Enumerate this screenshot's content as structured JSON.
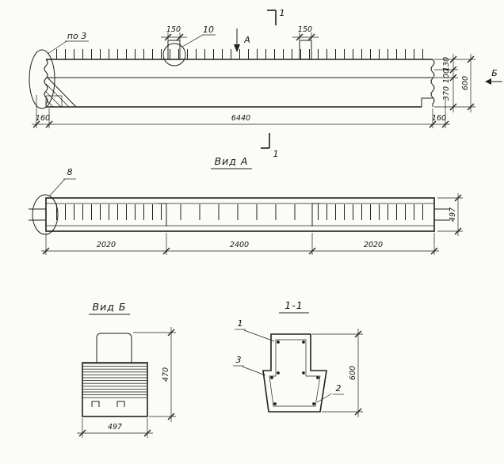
{
  "elevation": {
    "callout_po3": "по 3",
    "callout_10": "10",
    "dim_150_left": "150",
    "dim_150_right": "150",
    "view_arrow_a": "А",
    "view_arrow_b": "Б",
    "section_mark_top": "1",
    "section_mark_bottom": "1",
    "dim_130": "130",
    "dim_100": "100",
    "dim_370": "370",
    "dim_600": "600",
    "dim_160_left": "160",
    "dim_6440": "6440",
    "dim_160_right": "160"
  },
  "view_a": {
    "title": "Вид А",
    "callout_8": "8",
    "dim_2020_left": "2020",
    "dim_2400": "2400",
    "dim_2020_right": "2020",
    "dim_497": "497"
  },
  "view_b": {
    "title": "Вид Б",
    "dim_470": "470",
    "dim_497": "497"
  },
  "section": {
    "title": "1-1",
    "callout_1": "1",
    "callout_2": "2",
    "callout_3": "3",
    "dim_600": "600"
  }
}
